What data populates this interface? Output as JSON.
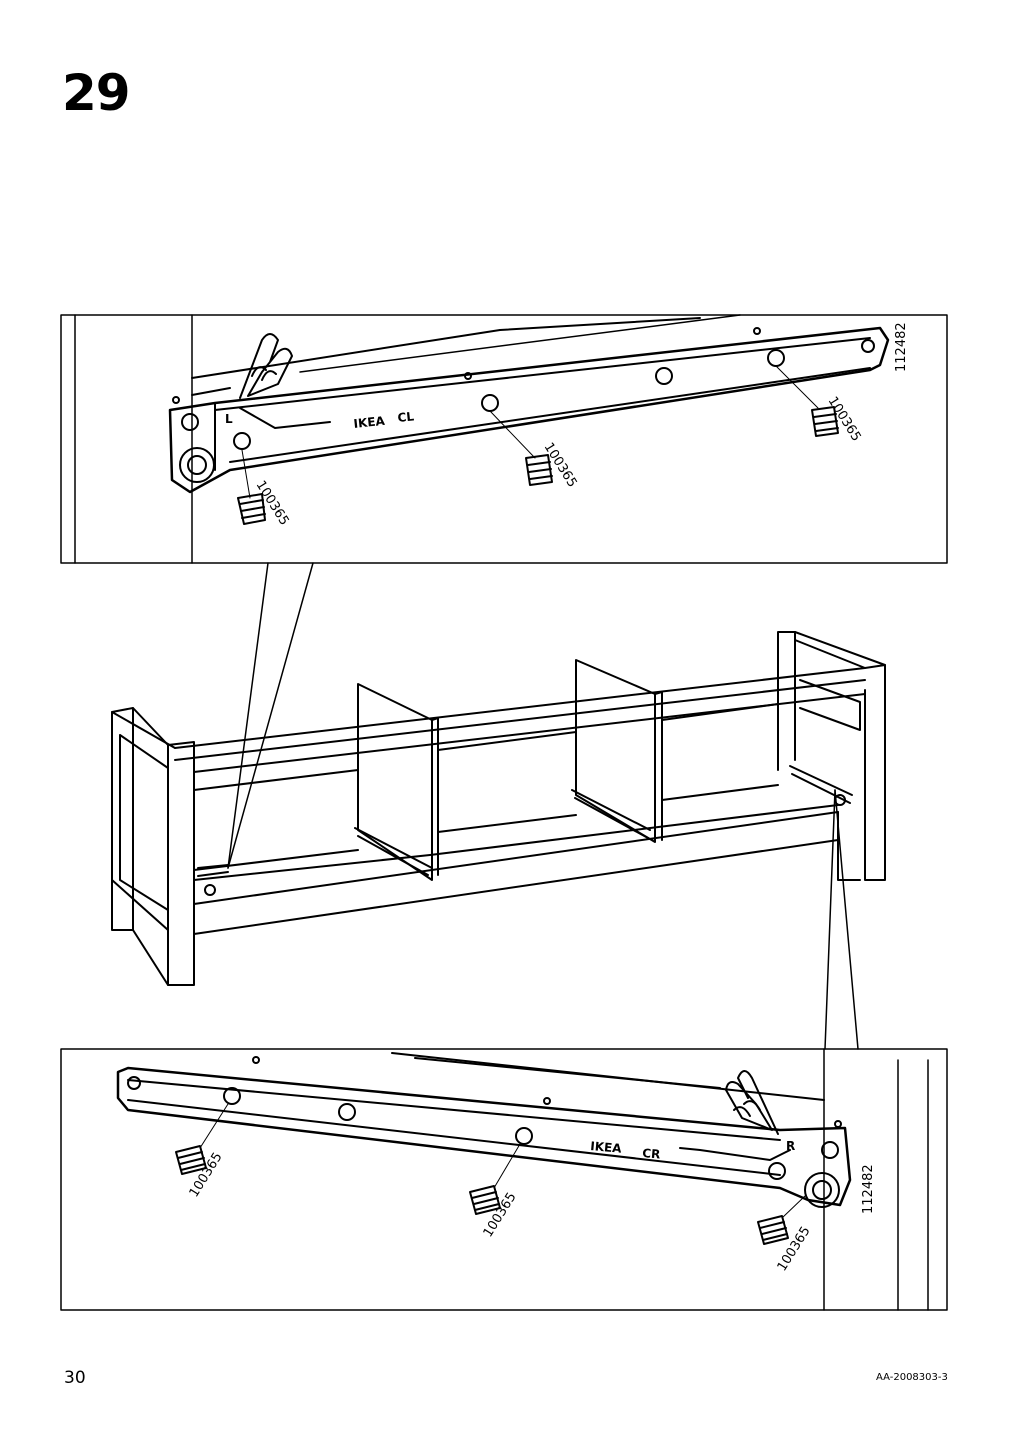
{
  "step": {
    "number": "29"
  },
  "footer": {
    "page_number": "30",
    "doc_code": "AA-2008303-3"
  },
  "top_detail": {
    "rail_marking_side": "L",
    "rail_brand": "IKEA",
    "rail_marking_code": "CL",
    "part_number": "112482",
    "screw_part": "100365",
    "screw_count": 3
  },
  "bottom_detail": {
    "rail_marking_side": "R",
    "rail_brand": "IKEA",
    "rail_marking_code": "CR",
    "part_number": "112482",
    "screw_part": "100365",
    "screw_count": 3
  }
}
